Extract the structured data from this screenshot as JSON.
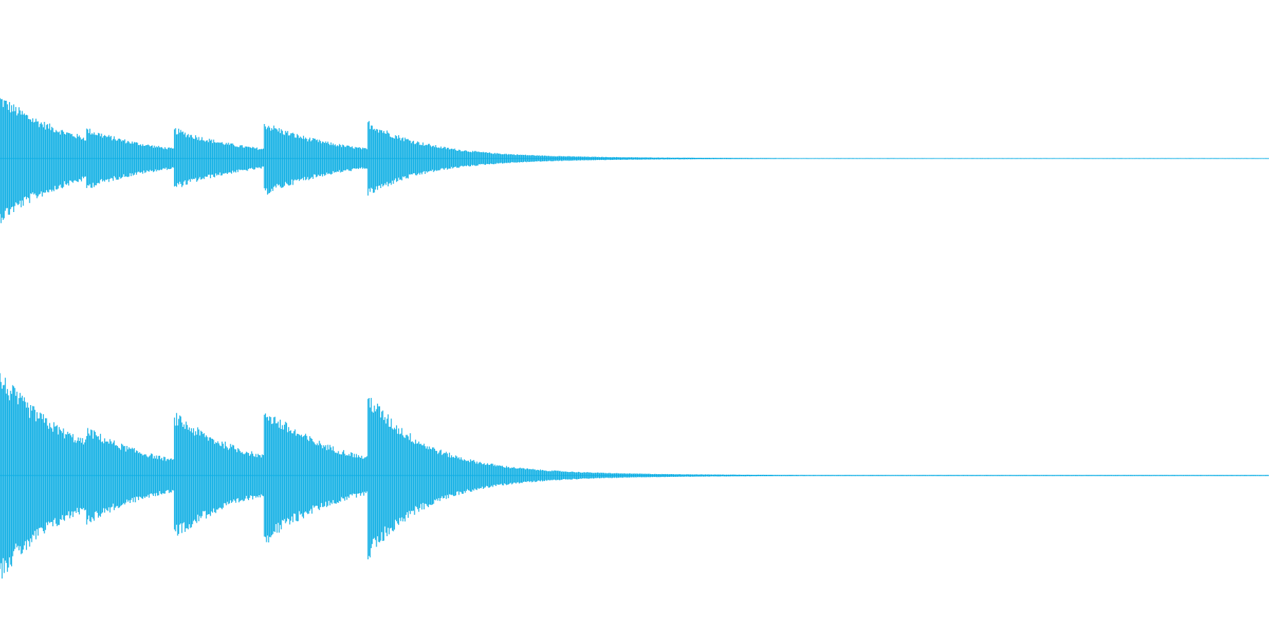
{
  "waveform": {
    "color": "#0aade4",
    "background": "#ffffff",
    "channels": [
      {
        "name": "",
        "onsets": [
          0.0,
          0.068,
          0.137,
          0.208,
          0.29
        ],
        "peaks": [
          0.62,
          0.3,
          0.3,
          0.36,
          0.34
        ],
        "tail_level": 0.004
      },
      {
        "name": "",
        "onsets": [
          0.0,
          0.068,
          0.137,
          0.208,
          0.29
        ],
        "peaks": [
          0.72,
          0.34,
          0.44,
          0.48,
          0.55
        ],
        "tail_level": 0.004
      }
    ]
  }
}
